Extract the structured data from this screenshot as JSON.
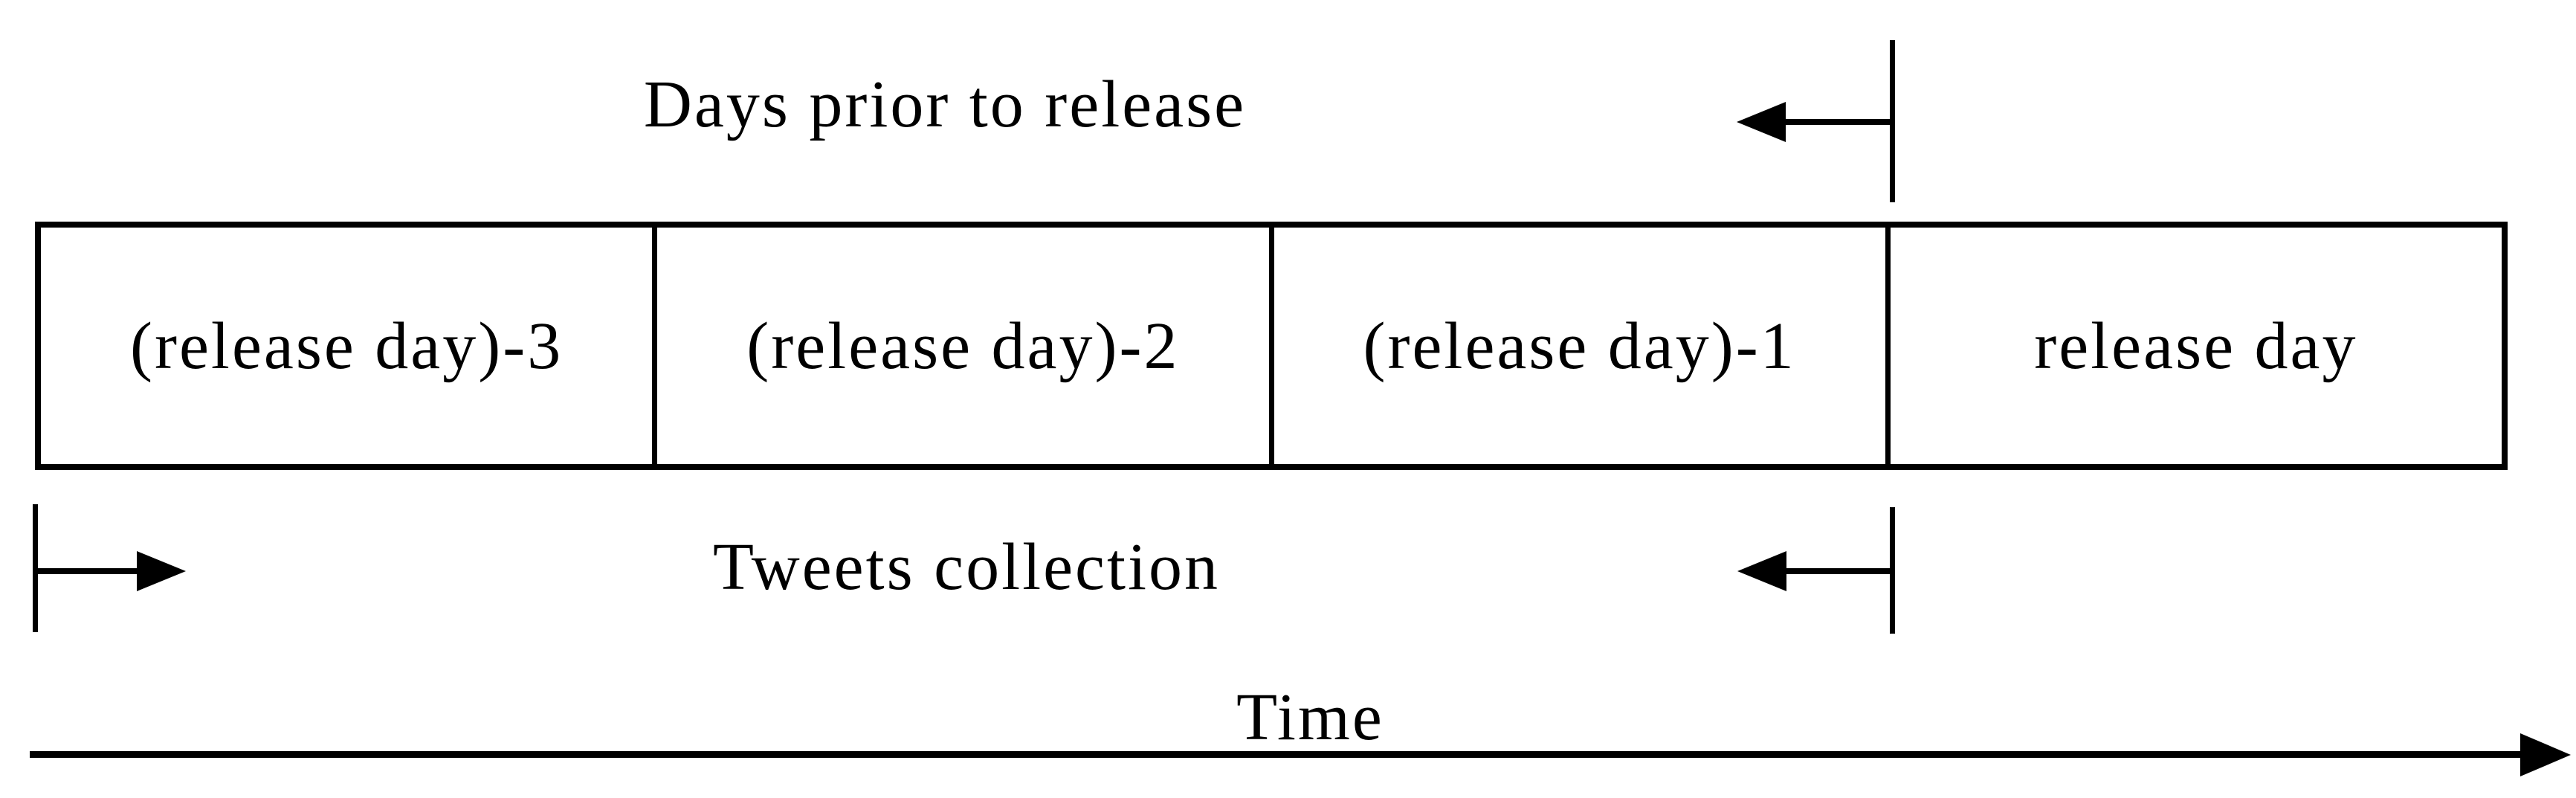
{
  "figure": {
    "background_color": "#ffffff",
    "line_color": "#000000",
    "days_prior_label": "Days prior to release",
    "tweets_label": "Tweets collection",
    "time_label": "Time",
    "timeline_cells": [
      {
        "label": "(release day)-3"
      },
      {
        "label": "(release day)-2"
      },
      {
        "label": "(release day)-1"
      },
      {
        "label": "release day"
      }
    ]
  }
}
